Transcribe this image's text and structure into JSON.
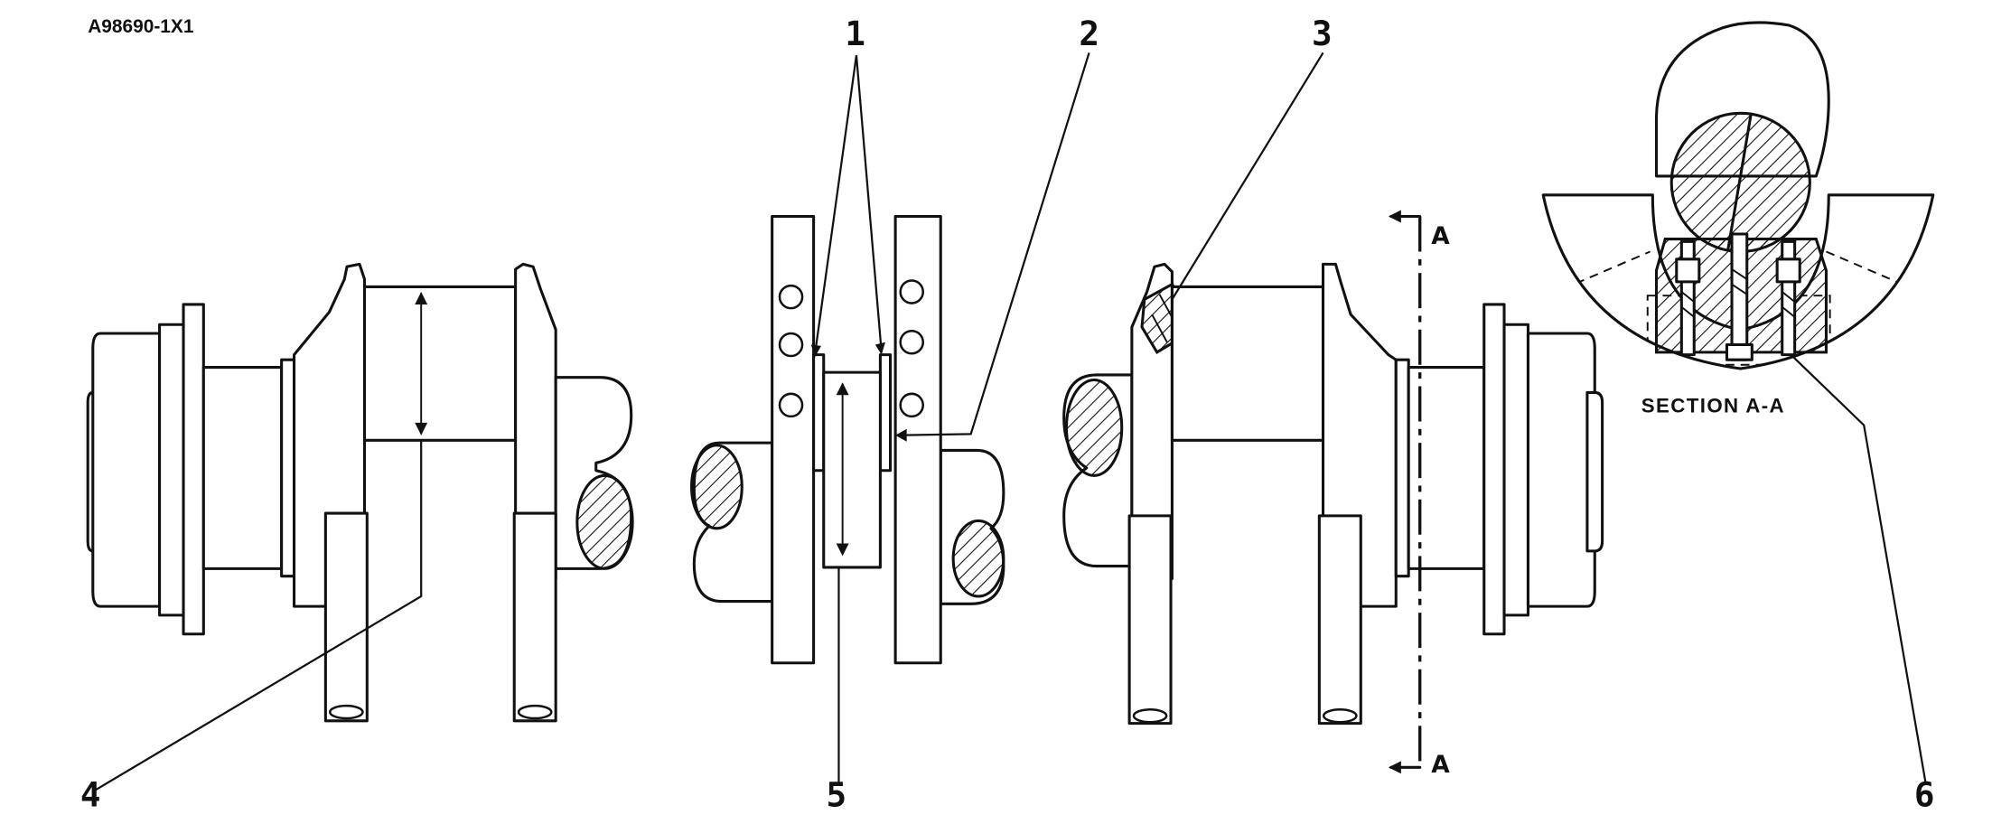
{
  "figure_id": "A98690-1X1",
  "callouts": {
    "c1": "1",
    "c2": "2",
    "c3": "3",
    "c4": "4",
    "c5": "5",
    "c6": "6"
  },
  "section": {
    "label": "SECTION A-A",
    "cut_top": "A",
    "cut_bottom": "A"
  }
}
